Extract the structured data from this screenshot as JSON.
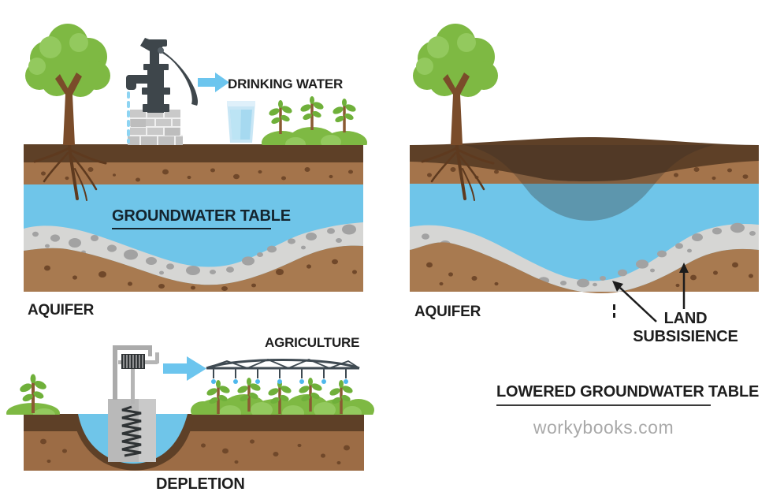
{
  "labels": {
    "drinking_water": "DRINKING WATER",
    "groundwater_table": "GROUNDWATER TABLE",
    "aquifer_left": "AQUIFER",
    "agriculture": "AGRICULTURE",
    "depletion": "DEPLETION",
    "aquifer_right": "AQUIFER",
    "land_subsidence_line1": "LAND",
    "land_subsidence_line2": "SUBSISIENCE",
    "lowered_groundwater_table": "LOWERED GROUNDWATER TABLE",
    "watermark": "workybooks.com"
  },
  "icons": [
    "tree-icon",
    "hand-pump-icon",
    "brick-well-base-icon",
    "water-drips-icon",
    "arrow-right-icon",
    "water-glass-icon",
    "crops-icon",
    "roots-icon",
    "gravel-layer-icon",
    "well-winch-icon",
    "well-spring-icon",
    "irrigation-sprinkler-icon",
    "sapling-icon",
    "subsidence-arrow-icon",
    "subsidence-bowl-icon"
  ],
  "colors": {
    "water": "#6FC5E9",
    "soil_dark": "#5E4027",
    "soil_mid": "#A4744B",
    "soil_bottom": "#A87A50",
    "soil_spot": "#70482A",
    "gravel": "#D6D6D4",
    "pebble": "#A2A2A2",
    "foliage": "#7EB943",
    "foliage_light": "#93C95E",
    "leaf_dark": "#6FB03A",
    "trunk": "#7A4C2A",
    "root": "#5E3A1F",
    "pump_dark": "#3E464B",
    "brick": "#C9C9C9",
    "metal_gray": "#ABABAB",
    "well_gray": "#B9B9B9",
    "coil_dark": "#2F3335",
    "arrow_blue": "#6CC5EE",
    "glass_body": "#C8E6F5",
    "glass_water": "#A6D9F0",
    "truss_dark": "#3F4A52",
    "drop_blue": "#4FB8EC",
    "text_dark": "#1E1E1E",
    "groundwater_text": "#14242E",
    "watermark_gray": "#A9A9A9",
    "subsidence_overlay": "rgba(52,44,38,0.30)"
  }
}
